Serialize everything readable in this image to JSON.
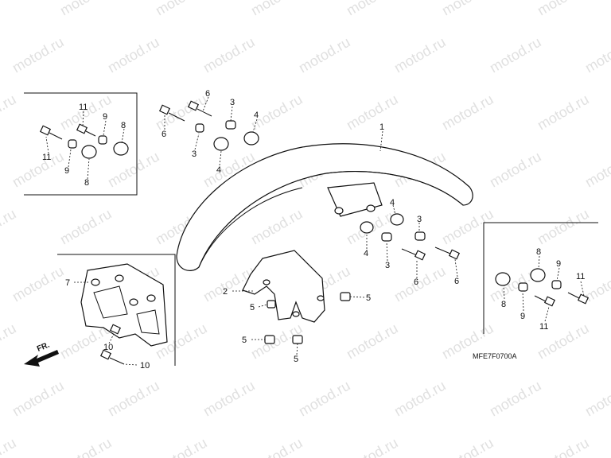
{
  "diagram_code": "MFE7F0700A",
  "watermark_text": "motod.ru",
  "front_arrow_label": "FR.",
  "labels": [
    {
      "id": "l1",
      "text": "1"
    },
    {
      "id": "l2",
      "text": "2"
    },
    {
      "id": "l3a",
      "text": "3"
    },
    {
      "id": "l3b",
      "text": "3"
    },
    {
      "id": "l3c",
      "text": "3"
    },
    {
      "id": "l3d",
      "text": "3"
    },
    {
      "id": "l4a",
      "text": "4"
    },
    {
      "id": "l4b",
      "text": "4"
    },
    {
      "id": "l4c",
      "text": "4"
    },
    {
      "id": "l4d",
      "text": "4"
    },
    {
      "id": "l5a",
      "text": "5"
    },
    {
      "id": "l5b",
      "text": "5"
    },
    {
      "id": "l5c",
      "text": "5"
    },
    {
      "id": "l5d",
      "text": "5"
    },
    {
      "id": "l6a",
      "text": "6"
    },
    {
      "id": "l6b",
      "text": "6"
    },
    {
      "id": "l6c",
      "text": "6"
    },
    {
      "id": "l6d",
      "text": "6"
    },
    {
      "id": "l7",
      "text": "7"
    },
    {
      "id": "l8a",
      "text": "8"
    },
    {
      "id": "l8b",
      "text": "8"
    },
    {
      "id": "l8c",
      "text": "8"
    },
    {
      "id": "l8d",
      "text": "8"
    },
    {
      "id": "l9a",
      "text": "9"
    },
    {
      "id": "l9b",
      "text": "9"
    },
    {
      "id": "l9c",
      "text": "9"
    },
    {
      "id": "l9d",
      "text": "9"
    },
    {
      "id": "l10a",
      "text": "10"
    },
    {
      "id": "l10b",
      "text": "10"
    },
    {
      "id": "l11a",
      "text": "11"
    },
    {
      "id": "l11b",
      "text": "11"
    },
    {
      "id": "l11c",
      "text": "11"
    },
    {
      "id": "l11d",
      "text": "11"
    }
  ]
}
